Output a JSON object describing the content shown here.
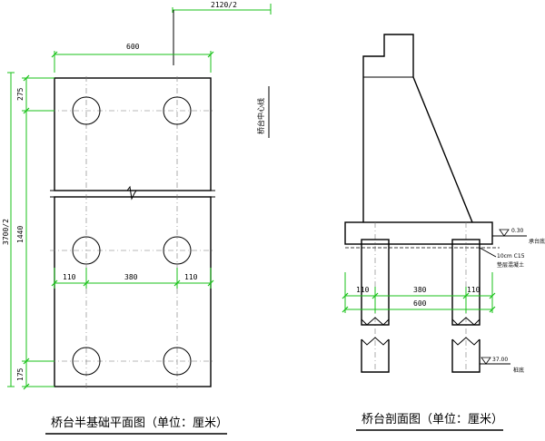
{
  "plan": {
    "title": "桥台半基础平面图（单位：厘米）",
    "dims": {
      "top_half_width": "2120/2",
      "width": "600",
      "top_edge": "275",
      "middle": "1440",
      "bottom_edge": "175",
      "total_height": "3700/2",
      "left_edge": "110",
      "pile_spacing": "380",
      "right_edge": "110"
    },
    "center_line_label": "桥台中心线"
  },
  "section": {
    "title": "桥台剖面图（单位：厘米）",
    "dims": {
      "left_edge": "110",
      "pile_spacing": "380",
      "right_edge": "110",
      "width": "600"
    },
    "elevation_top": "0.30",
    "elevation_top_label": "承台底",
    "cushion_note_line1": "10cm C15",
    "cushion_note_line2": "垫层混凝土",
    "elevation_bottom": "37.00",
    "elevation_bottom_label": "桩底"
  }
}
